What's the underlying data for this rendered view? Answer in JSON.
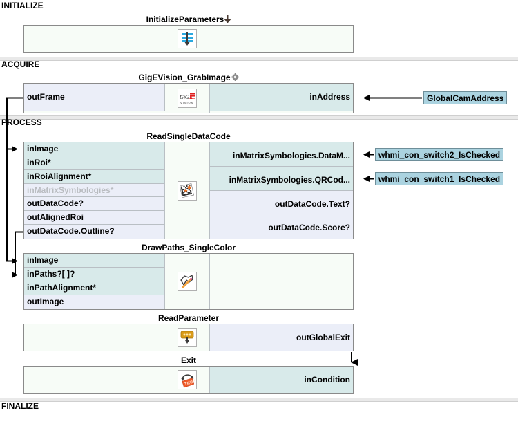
{
  "sections": [
    {
      "name": "INITIALIZE",
      "label": "INITIALIZE"
    },
    {
      "name": "ACQUIRE",
      "label": "ACQUIRE"
    },
    {
      "name": "PROCESS",
      "label": "PROCESS"
    },
    {
      "name": "FINALIZE",
      "label": "FINALIZE"
    }
  ],
  "steps": {
    "initialize_parameters": {
      "title": "InitializeParameters",
      "badge": "down-arrow-badge",
      "icon": "initialize-parameters-icon",
      "left_ports": [],
      "right_ports": []
    },
    "gige_grab_image": {
      "title": "GigEVision_GrabImage",
      "badge": "gear-badge",
      "icon": "gige-vision-icon",
      "left_ports": [
        {
          "label": "outFrame",
          "kind": "out"
        }
      ],
      "right_ports": [
        {
          "label": "inAddress",
          "kind": "in"
        }
      ]
    },
    "read_single_data_code": {
      "title": "ReadSingleDataCode",
      "badge": "",
      "icon": "data-matrix-icon",
      "left_ports": [
        {
          "label": "inImage",
          "kind": "in"
        },
        {
          "label": "inRoi*",
          "kind": "in"
        },
        {
          "label": "inRoiAlignment*",
          "kind": "in"
        },
        {
          "label": "inMatrixSymbologies*",
          "kind": "dim"
        },
        {
          "label": "outDataCode?",
          "kind": "out"
        },
        {
          "label": "outAlignedRoi",
          "kind": "out"
        },
        {
          "label": "outDataCode.Outline?",
          "kind": "out"
        }
      ],
      "right_ports": [
        {
          "label": "inMatrixSymbologies.DataM...",
          "kind": "in"
        },
        {
          "label": "inMatrixSymbologies.QRCod...",
          "kind": "in"
        },
        {
          "label": "outDataCode.Text?",
          "kind": "out"
        },
        {
          "label": "outDataCode.Score?",
          "kind": "out"
        }
      ]
    },
    "draw_paths_single_color": {
      "title": "DrawPaths_SingleColor",
      "badge": "",
      "icon": "draw-paths-icon",
      "left_ports": [
        {
          "label": "inImage",
          "kind": "in"
        },
        {
          "label": "inPaths?[ ]?",
          "kind": "in"
        },
        {
          "label": "inPathAlignment*",
          "kind": "in"
        },
        {
          "label": "outImage",
          "kind": "out"
        }
      ],
      "right_ports": []
    },
    "read_parameter": {
      "title": "ReadParameter",
      "badge": "",
      "icon": "read-parameter-icon",
      "left_ports": [],
      "right_ports": [
        {
          "label": "outGlobalExit",
          "kind": "out"
        }
      ]
    },
    "exit_step": {
      "title": "Exit",
      "badge": "",
      "icon": "exit-true-icon",
      "left_ports": [],
      "right_ports": [
        {
          "label": "inCondition",
          "kind": "in"
        }
      ]
    }
  },
  "globals": [
    {
      "name": "global-cam-address",
      "label": "GlobalCamAddress"
    },
    {
      "name": "whmi-con-switch2-ischecked",
      "label": "whmi_con_switch2_IsChecked"
    },
    {
      "name": "whmi-con-switch1-ischecked",
      "label": "whmi_con_switch1_IsChecked"
    }
  ],
  "colors": {
    "input_port": "#d8eaea",
    "output_port": "#ebeef8",
    "global_chip": "#abd3e0",
    "step_body": "#f7fcf7",
    "band": "#e9e9e9",
    "border": "#8a8a8a",
    "disabled_text": "#b9bcc0"
  }
}
